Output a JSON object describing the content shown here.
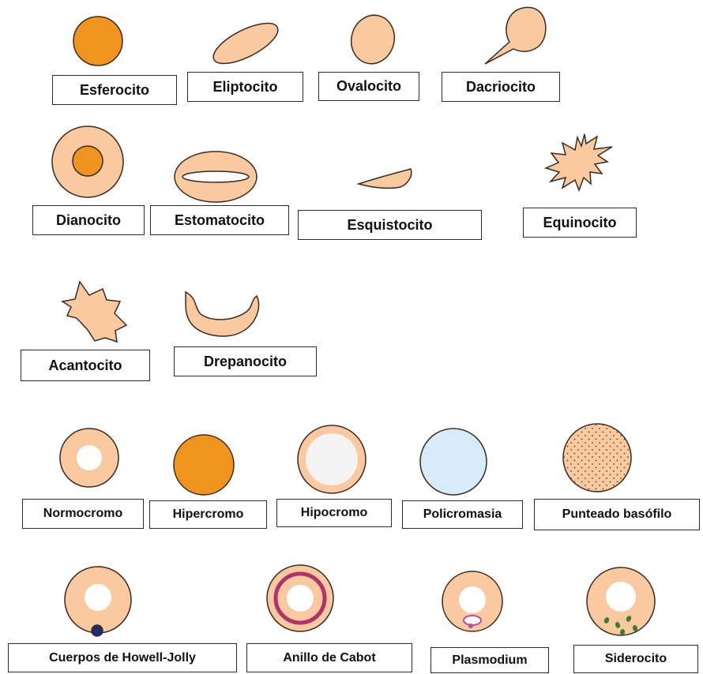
{
  "colors": {
    "cell_fill": "#f9c9a0",
    "cell_stroke": "#3a2a20",
    "dense_fill": "#f0941f",
    "pallor": "#ffffff",
    "hypo_pallor": "#f3f3f3",
    "poly_fill": "#d6ecfb",
    "cabot_ring": "#b0336c",
    "howell_jolly": "#1d2b6b",
    "plasmodium": "#c04aa6",
    "siderocyte_granule": "#3d7a34"
  },
  "labels": {
    "esferocito": "Esferocito",
    "eliptocito": "Eliptocito",
    "ovalocito": "Ovalocito",
    "dacriocito": "Dacriocito",
    "dianocito": "Dianocito",
    "estomatocito": "Estomatocito",
    "esquistocito": "Esquistocito",
    "equinocito": "Equinocito",
    "acantocito": "Acantocito",
    "drepanocito": "Drepanocito",
    "normocromo": "Normocromo",
    "hipercromo": "Hipercromo",
    "hipocromo": "Hipocromo",
    "policromasia": "Policromasia",
    "punteado_basofilo": "Punteado basófilo",
    "howell_jolly": "Cuerpos de Howell-Jolly",
    "cabot": "Anillo de Cabot",
    "plasmodium": "Plasmodium",
    "siderocito": "Siderocito"
  }
}
